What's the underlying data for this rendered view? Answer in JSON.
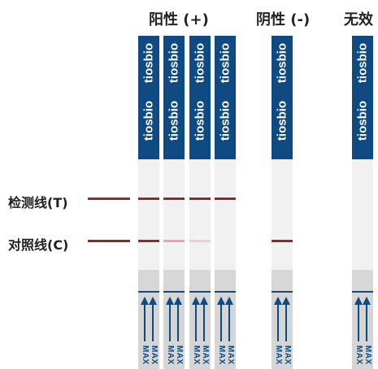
{
  "colors": {
    "handle": "#0f4b82",
    "window": "#f1f1f1",
    "pad": "#d7d7d7",
    "sample": "#d5d5d5",
    "strong_band": "#8b2c2c",
    "faint_band": "#e5a7ab",
    "very_faint_band": "#f0cdd0",
    "pointer": "#8b2c2c",
    "arrow": "#0f4b82"
  },
  "groups": {
    "positive": {
      "title": "阳性 (+)"
    },
    "negative": {
      "title": "阴性 (-)"
    },
    "invalid": {
      "title": "无效"
    }
  },
  "lines": {
    "test": {
      "label": "检测线(T)"
    },
    "control": {
      "label": "对照线(C)"
    }
  },
  "strip_text": {
    "brand": "tiosbio",
    "max": "MAX"
  },
  "strips": [
    {
      "id": "pos-1",
      "group": "positive",
      "test": "strong",
      "control": "strong"
    },
    {
      "id": "pos-2",
      "group": "positive",
      "test": "strong",
      "control": "faint"
    },
    {
      "id": "pos-3",
      "group": "positive",
      "test": "strong",
      "control": "very_faint"
    },
    {
      "id": "pos-4",
      "group": "positive",
      "test": "strong",
      "control": "none"
    },
    {
      "id": "neg-1",
      "group": "negative",
      "test": "none",
      "control": "strong"
    },
    {
      "id": "inv-1",
      "group": "invalid",
      "test": "none",
      "control": "none"
    }
  ]
}
